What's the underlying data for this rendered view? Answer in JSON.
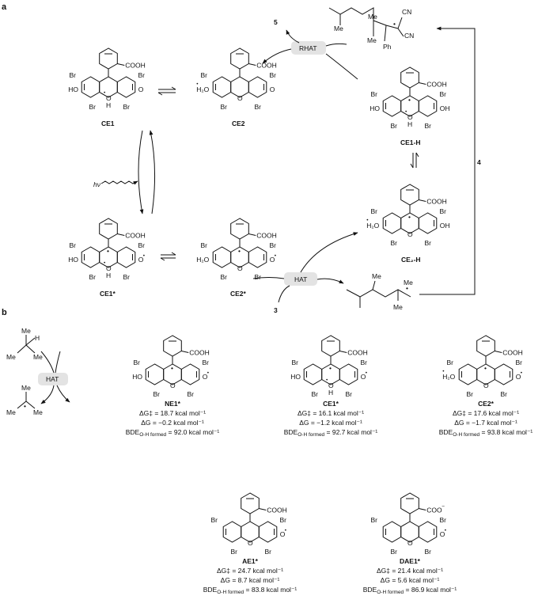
{
  "panels": {
    "a": "a",
    "b": "b"
  },
  "atoms": {
    "br": "Br",
    "ho": "HO",
    "oh": "OH",
    "o": "O",
    "h": "H",
    "cooh": "COOH",
    "coo": "COO",
    "neg": "−",
    "h2o": "H₂O",
    "dot": "•",
    "cn": "CN",
    "me": "Me",
    "ph": "Ph"
  },
  "badges": {
    "rhat": "RHAT",
    "hat": "HAT"
  },
  "numbers": {
    "n3": "3",
    "n4": "4",
    "n5": "5"
  },
  "light": "hν",
  "compounds_a": {
    "ce1": "CE1",
    "ce2": "CE2",
    "ce1star": "CE1*",
    "ce2star": "CE2*",
    "ce1h": "CE1-H",
    "ce2h": "CE₂-H"
  },
  "compounds_b": [
    {
      "name": "NE1*",
      "dg_act": "ΔG‡ = 18.7 kcal mol⁻¹",
      "dg": "ΔG = −0.2 kcal mol⁻¹",
      "bde": "BDE",
      "bde_sub": "O-H formed",
      "bde_val": " = 92.0 kcal mol⁻¹"
    },
    {
      "name": "CE1*",
      "dg_act": "ΔG‡ = 16.1 kcal mol⁻¹",
      "dg": "ΔG = −1.2 kcal mol⁻¹",
      "bde": "BDE",
      "bde_sub": "O-H formed",
      "bde_val": " = 92.7 kcal mol⁻¹"
    },
    {
      "name": "CE2*",
      "dg_act": "ΔG‡ = 17.6 kcal mol⁻¹",
      "dg": "ΔG = −1.7 kcal mol⁻¹",
      "bde": "BDE",
      "bde_sub": "O-H formed",
      "bde_val": " = 93.8 kcal mol⁻¹"
    },
    {
      "name": "AE1*",
      "dg_act": "ΔG‡ = 24.7 kcal mol⁻¹",
      "dg": "ΔG = 8.7 kcal mol⁻¹",
      "bde": "BDE",
      "bde_sub": "O-H formed",
      "bde_val": " = 83.8 kcal mol⁻¹"
    },
    {
      "name": "DAE1*",
      "dg_act": "ΔG‡ = 21.4 kcal mol⁻¹",
      "dg": "ΔG = 5.6 kcal mol⁻¹",
      "bde": "BDE",
      "bde_sub": "O-H formed",
      "bde_val": " = 86.9 kcal mol⁻¹"
    }
  ]
}
